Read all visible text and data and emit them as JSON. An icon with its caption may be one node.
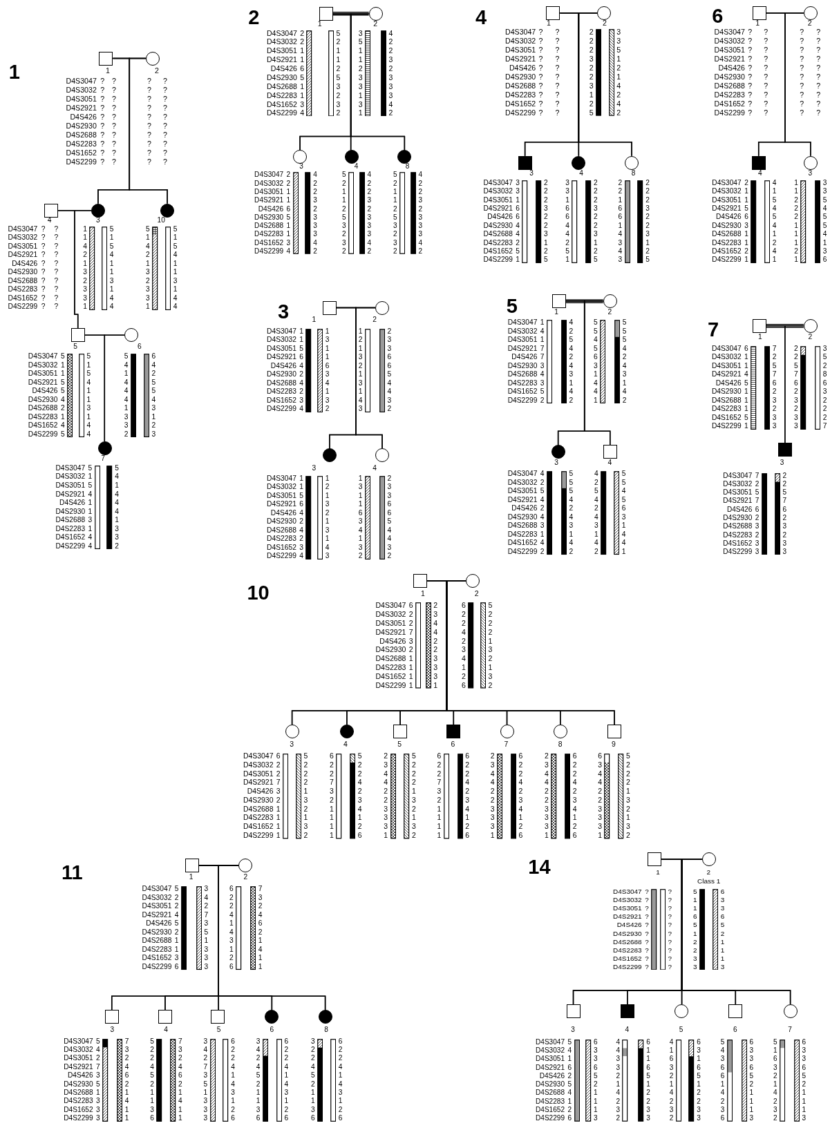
{
  "diagram": {
    "nodes": [
      {
        "text": [
          "1"
        ],
        "beside": [
          "? ? ? ? ? ? ? ? ? ?",
          "? ? ? ? ? ? ? ? ? ?"
        ]
      },
      {
        "text": [
          "2"
        ],
        "beside": [
          "? ? ? ? ? ? ? ? ? ?",
          "? ? ? ? ? ? ? ? ? ?"
        ]
      },
      {
        "text": [
          "4"
        ],
        "beside": [
          "? ? ? ? ? ? ? ? ? ?",
          "? ? ? ? ? ? ? ? ? ?"
        ]
      },
      {
        "text": [
          "3"
        ],
        "beside": [
          "1 1 4 2 1 3 2 3 3 1",
          "5 1 5 4 1 1 3 1 4 4"
        ]
      },
      {
        "text": [
          "10"
        ],
        "beside": [
          "5 1 4 2 1 3 2 3 3 1",
          "5 1 5 4 1 1 3 1 4 4"
        ]
      },
      {
        "text": [
          "5"
        ],
        "beside": [
          "5 1 1 5 5 4 2 1 4 5",
          "5 1 5 4 1 1 3 1 4 4"
        ]
      },
      {
        "text": [
          "6"
        ],
        "beside": [
          "5 4 1 4 4 4 1 3 3 2",
          "6 4 2 5 5 4 3 1 2 3"
        ]
      },
      {
        "text": [
          "7"
        ],
        "beside": [
          "5 1 5 4 1 1 3 1 4 4",
          "5 4 1 4 4 4 1 3 3 2"
        ]
      },
      {
        "text": [
          "1"
        ],
        "beside": [
          "2 2 1 1 6 5 1 1 3 4",
          "5 2 1 1 2 5 3 2 3 2"
        ]
      },
      {
        "text": [
          "2"
        ],
        "beside": [
          "3 5 1 1 2 3 3 1 3 1",
          "4 2 2 3 2 3 3 3 4 2"
        ]
      },
      {
        "text": [
          "3"
        ],
        "beside": [
          "2 2 1 1 6 5 1 1 3 4",
          "4 2 2 3 2 3 3 3 4 2"
        ]
      },
      {
        "text": [
          "4"
        ],
        "beside": [
          "5 2 1 1 2 5 3 2 3 2",
          "4 2 2 3 2 3 3 3 4 2"
        ]
      },
      {
        "text": [
          "8"
        ],
        "beside": [
          "5 2 1 1 2 5 3 2 3 2",
          "4 2 2 3 2 3 3 3 4 2"
        ]
      },
      {
        "text": [
          "1"
        ],
        "beside": [
          "1 1 5 6 4 2 4 2 3 4",
          "1 3 1 1 6 3 4 1 3 2"
        ]
      },
      {
        "text": [
          "2"
        ],
        "beside": [
          "1 2 1 3 2 1 3 1 4 3",
          "2 3 3 6 6 5 4 4 3 2"
        ]
      },
      {
        "text": [
          "3"
        ],
        "beside": [
          "1 1 5 6 4 2 4 2 3 4",
          "1 2 1 3 2 1 3 1 4 3"
        ]
      },
      {
        "text": [
          "4"
        ],
        "beside": [
          "1 3 1 1 6 3 4 1 3 2",
          "2 3 3 6 6 5 4 4 3 2"
        ]
      },
      {
        "text": [
          "1"
        ],
        "beside": [
          "? ? ? ? ? ? ? ? ? ?",
          "? ? ? ? ? ? ? ? ? ?"
        ]
      },
      {
        "text": [
          "2"
        ],
        "beside": [
          "2 2 2 3 2 2 3 1 2 5",
          "3 3 5 1 2 1 4 2 4 2"
        ]
      },
      {
        "text": [
          "3"
        ],
        "beside": [
          "3 3 1 6 6 4 4 2 5 1",
          "2 2 2 3 2 2 3 1 2 5"
        ]
      },
      {
        "text": [
          "4"
        ],
        "beside": [
          "3 3 1 6 6 4 4 2 5 1",
          "2 2 2 3 2 2 3 1 2 5"
        ]
      },
      {
        "text": [
          "8"
        ],
        "beside": [
          "2 2 1 6 6 1 4 3 4 3",
          "2 2 2 3 2 2 3 1 2 5"
        ]
      },
      {
        "text": [
          "1"
        ],
        "beside": [
          "1 4 1 7 7 3 4 3 5 2",
          "4 2 5 4 2 4 3 1 4 2"
        ]
      },
      {
        "text": [
          "2"
        ],
        "beside": [
          "5 5 4 5 6 3 1 4 4 1",
          "5 5 5 4 2 4 3 1 4 2"
        ]
      },
      {
        "text": [
          "3"
        ],
        "beside": [
          "4 2 5 4 2 4 3 1 4 2",
          "5 5 5 4 2 4 3 1 4 2"
        ]
      },
      {
        "text": [
          "4"
        ],
        "beside": [
          "4 2 5 4 2 4 3 1 4 2",
          "5 5 4 5 6 3 1 4 4 1"
        ]
      },
      {
        "text": [
          "1"
        ],
        "beside": [
          "? ? ? ? ? ? ? ? ? ?",
          "? ? ? ? ? ? ? ? ? ?"
        ]
      },
      {
        "text": [
          "2"
        ],
        "beside": [
          "? ? ? ? ? ? ? ? ? ?",
          "? ? ? ? ? ? ? ? ? ?"
        ]
      },
      {
        "text": [
          "4"
        ],
        "beside": [
          "2 1 1 5 6 3 1 1 2 1",
          "4 1 5 4 5 4 1 2 4 1"
        ]
      },
      {
        "text": [
          "3"
        ],
        "beside": [
          "1 1 2 2 2 1 1 1 2 1",
          "3 3 5 4 5 5 4 1 3 6"
        ]
      },
      {
        "text": [
          "1"
        ],
        "beside": [
          "6 1 1 4 5 1 1 1 5 1",
          "7 2 5 7 6 2 3 2 3 3"
        ]
      },
      {
        "text": [
          "2"
        ],
        "beside": [
          "2 2 5 7 6 2 3 2 3 3",
          "3 5 2 8 6 3 2 2 2 7"
        ]
      },
      {
        "text": [
          "3"
        ],
        "beside": [
          "7 2 5 7 6 2 3 2 3 3",
          "2 2 5 7 6 2 3 2 3 3"
        ]
      },
      {
        "text": [
          "1"
        ],
        "beside": [
          "6 2 2 7 3 2 1 1 1 1",
          "2 3 4 4 2 2 3 3 3 1"
        ]
      },
      {
        "text": [
          "2"
        ],
        "beside": [
          "6 2 2 4 2 3 4 1 2 6",
          "5 2 2 2 1 3 2 1 3 2"
        ]
      },
      {
        "text": [
          "3"
        ],
        "beside": [
          "6 2 2 7 3 2 1 1 1 1",
          "5 2 2 2 1 3 2 1 3 2"
        ]
      },
      {
        "text": [
          "4"
        ],
        "beside": [
          "6 2 2 7 3 2 1 1 1 1",
          "5 2 2 4 2 3 4 1 2 6"
        ]
      },
      {
        "text": [
          "5"
        ],
        "beside": [
          "2 3 4 4 2 2 3 3 3 1",
          "5 2 2 2 1 3 2 1 3 2"
        ]
      },
      {
        "text": [
          "6"
        ],
        "beside": [
          "6 2 2 7 3 2 1 1 1 1",
          "6 2 2 4 2 3 4 1 2 6"
        ]
      },
      {
        "text": [
          "7"
        ],
        "beside": [
          "2 3 4 4 2 2 3 3 3 1",
          "6 2 2 4 2 3 4 1 2 6"
        ]
      },
      {
        "text": [
          "8"
        ],
        "beside": [
          "2 3 4 4 2 2 3 3 3 1",
          "6 2 2 4 2 3 4 1 2 6"
        ]
      },
      {
        "text": [
          "9"
        ],
        "beside": [
          "6 3 4 4 2 2 3 3 3 1",
          "5 2 2 2 1 3 2 1 3 2"
        ]
      },
      {
        "text": [
          "1"
        ],
        "beside": [
          "5 2 2 4 5 2 1 1 3 6",
          "3 4 2 7 3 5 1 3 3 3"
        ]
      },
      {
        "text": [
          "2"
        ],
        "beside": [
          "6 2 2 4 1 4 3 1 2 6",
          "7 3 2 4 6 2 1 4 1 1"
        ]
      },
      {
        "text": [
          "3"
        ],
        "beside": [
          "5 4 2 7 3 5 1 3 3 3",
          "7 3 2 4 6 2 1 4 1 1"
        ]
      },
      {
        "text": [
          "4"
        ],
        "beside": [
          "5 2 2 4 5 2 1 1 3 6",
          "7 3 2 4 6 2 1 4 1 1"
        ]
      },
      {
        "text": [
          "5"
        ],
        "beside": [
          "3 4 2 7 3 5 1 3 3 3",
          "6 2 2 4 1 4 3 1 2 6"
        ]
      },
      {
        "text": [
          "6"
        ],
        "beside": [
          "3 4 2 4 5 2 1 1 3 6",
          "6 2 2 4 1 4 3 1 2 6"
        ]
      },
      {
        "text": [
          "8"
        ],
        "beside": [
          "3 2 2 4 5 2 1 1 3 6",
          "6 2 2 4 1 4 3 1 2 6"
        ]
      },
      {
        "text": [
          "1"
        ],
        "beside": [
          "? ? ? ? ? ? ? ? ? ?",
          "? ? ? ? ? ? ? ? ? ?"
        ]
      },
      {
        "text": [
          "2"
        ],
        "beside": [
          "Class 1",
          "5 1 1 6 5 1 2 2 3 3",
          "6 3 3 6 5 2 1 1 1 3"
        ]
      },
      {
        "text": [
          "3"
        ],
        "beside": [
          "5 4 1 6 2 5 4 1 2 6",
          "6 3 3 6 5 2 1 1 1 3"
        ]
      },
      {
        "text": [
          "4"
        ],
        "beside": [
          "4 4 3 3 2 1 4 2 3 2",
          "6 1 1 6 5 1 2 2 3 3"
        ]
      },
      {
        "text": [
          "5"
        ],
        "beside": [
          "4 1 6 3 2 1 4 2 3 2",
          "6 3 1 6 5 1 2 2 3 3"
        ]
      },
      {
        "text": [
          "6"
        ],
        "beside": [
          "5 4 3 6 6 1 4 2 3 6",
          "6 3 3 6 5 2 1 1 1 3"
        ]
      },
      {
        "text": [
          "7"
        ],
        "beside": [
          "5 1 6 3 2 1 4 2 3 2",
          "6 3 3 6 5 2 1 1 1 3"
        ]
      }
    ],
    "edges": [
      {
        "from": 0,
        "to": 1,
        "arrow": "none"
      },
      {
        "from": 0,
        "to": 3,
        "arrow": "none"
      },
      {
        "from": 1,
        "to": 3,
        "arrow": "none"
      },
      {
        "from": 0,
        "to": 4,
        "arrow": "none"
      },
      {
        "from": 1,
        "to": 4,
        "arrow": "none"
      },
      {
        "from": 2,
        "to": 3,
        "arrow": "none"
      },
      {
        "from": 2,
        "to": 5,
        "arrow": "none"
      },
      {
        "from": 3,
        "to": 5,
        "arrow": "none"
      },
      {
        "from": 5,
        "to": 6,
        "arrow": "none"
      },
      {
        "from": 5,
        "to": 7,
        "arrow": "none"
      },
      {
        "from": 6,
        "to": 7,
        "arrow": "none"
      },
      {
        "from": 8,
        "to": 9,
        "arrow": "none"
      },
      {
        "from": 8,
        "to": 10,
        "arrow": "none"
      },
      {
        "from": 9,
        "to": 10,
        "arrow": "none"
      },
      {
        "from": 8,
        "to": 11,
        "arrow": "none"
      },
      {
        "from": 9,
        "to": 11,
        "arrow": "none"
      },
      {
        "from": 8,
        "to": 12,
        "arrow": "none"
      },
      {
        "from": 9,
        "to": 12,
        "arrow": "none"
      },
      {
        "from": 13,
        "to": 14,
        "arrow": "none"
      },
      {
        "from": 13,
        "to": 15,
        "arrow": "none"
      },
      {
        "from": 14,
        "to": 15,
        "arrow": "none"
      },
      {
        "from": 13,
        "to": 16,
        "arrow": "none"
      },
      {
        "from": 14,
        "to": 16,
        "arrow": "none"
      },
      {
        "from": 17,
        "to": 18,
        "arrow": "none"
      },
      {
        "from": 17,
        "to": 19,
        "arrow": "none"
      },
      {
        "from": 18,
        "to": 19,
        "arrow": "none"
      },
      {
        "from": 17,
        "to": 20,
        "arrow": "none"
      },
      {
        "from": 18,
        "to": 20,
        "arrow": "none"
      },
      {
        "from": 17,
        "to": 21,
        "arrow": "none"
      },
      {
        "from": 18,
        "to": 21,
        "arrow": "none"
      },
      {
        "from": 22,
        "to": 23,
        "arrow": "none"
      },
      {
        "from": 22,
        "to": 24,
        "arrow": "none"
      },
      {
        "from": 23,
        "to": 24,
        "arrow": "none"
      },
      {
        "from": 22,
        "to": 25,
        "arrow": "none"
      },
      {
        "from": 23,
        "to": 25,
        "arrow": "none"
      },
      {
        "from": 26,
        "to": 27,
        "arrow": "none"
      },
      {
        "from": 26,
        "to": 28,
        "arrow": "none"
      },
      {
        "from": 27,
        "to": 28,
        "arrow": "none"
      },
      {
        "from": 26,
        "to": 29,
        "arrow": "none"
      },
      {
        "from": 27,
        "to": 29,
        "arrow": "none"
      },
      {
        "from": 30,
        "to": 31,
        "arrow": "none"
      },
      {
        "from": 30,
        "to": 32,
        "arrow": "none"
      },
      {
        "from": 31,
        "to": 32,
        "arrow": "none"
      },
      {
        "from": 33,
        "to": 34,
        "arrow": "none"
      },
      {
        "from": 33,
        "to": 35,
        "arrow": "none"
      },
      {
        "from": 34,
        "to": 35,
        "arrow": "none"
      },
      {
        "from": 33,
        "to": 36,
        "arrow": "none"
      },
      {
        "from": 34,
        "to": 36,
        "arrow": "none"
      },
      {
        "from": 33,
        "to": 37,
        "arrow": "none"
      },
      {
        "from": 34,
        "to": 37,
        "arrow": "none"
      },
      {
        "from": 33,
        "to": 38,
        "arrow": "none"
      },
      {
        "from": 34,
        "to": 38,
        "arrow": "none"
      },
      {
        "from": 33,
        "to": 39,
        "arrow": "none"
      },
      {
        "from": 34,
        "to": 39,
        "arrow": "none"
      },
      {
        "from": 33,
        "to": 40,
        "arrow": "none"
      },
      {
        "from": 34,
        "to": 40,
        "arrow": "none"
      },
      {
        "from": 33,
        "to": 41,
        "arrow": "none"
      },
      {
        "from": 34,
        "to": 41,
        "arrow": "none"
      },
      {
        "from": 42,
        "to": 43,
        "arrow": "none"
      },
      {
        "from": 42,
        "to": 44,
        "arrow": "none"
      },
      {
        "from": 43,
        "to": 44,
        "arrow": "none"
      },
      {
        "from": 42,
        "to": 45,
        "arrow": "none"
      },
      {
        "from": 43,
        "to": 45,
        "arrow": "none"
      },
      {
        "from": 42,
        "to": 46,
        "arrow": "none"
      },
      {
        "from": 43,
        "to": 46,
        "arrow": "none"
      },
      {
        "from": 42,
        "to": 47,
        "arrow": "none"
      },
      {
        "from": 43,
        "to": 47,
        "arrow": "none"
      },
      {
        "from": 42,
        "to": 48,
        "arrow": "none"
      },
      {
        "from": 43,
        "to": 48,
        "arrow": "none"
      },
      {
        "from": 49,
        "to": 50,
        "arrow": "none"
      },
      {
        "from": 49,
        "to": 51,
        "arrow": "none"
      },
      {
        "from": 50,
        "to": 51,
        "arrow": "none"
      },
      {
        "from": 49,
        "to": 52,
        "arrow": "none"
      },
      {
        "from": 50,
        "to": 52,
        "arrow": "none"
      },
      {
        "from": 49,
        "to": 53,
        "arrow": "none"
      },
      {
        "from": 50,
        "to": 53,
        "arrow": "none"
      },
      {
        "from": 49,
        "to": 54,
        "arrow": "none"
      },
      {
        "from": 50,
        "to": 54,
        "arrow": "none"
      },
      {
        "from": 49,
        "to": 55,
        "arrow": "none"
      },
      {
        "from": 50,
        "to": 55,
        "arrow": "none"
      }
    ],
    "labels": [
      "1",
      "D4S3047 D4S3032 D4S3051 D4S2921 D4S426 D4S2930 D4S2688 D4S2283 D4S1652 D4S2299",
      "D4S3047 D4S3032 D4S3051 D4S2921 D4S426 D4S2930 D4S2688 D4S2283 D4S1652 D4S2299",
      "D4S3047 D4S3032 D4S3051 D4S2921 D4S426 D4S2930 D4S2688 D4S2283 D4S1652 D4S2299",
      "D4S3047 D4S3032 D4S3051 D4S2921 D4S426 D4S2930 D4S2688 D4S2283 D4S1652 D4S2299",
      "2",
      "D4S3047 D4S3032 D4S3051 D4S2921 D4S426 D4S2930 D4S2688 D4S2283 D4S1652 D4S2299",
      "D4S3047 D4S3032 D4S3051 D4S2921 D4S426 D4S2930 D4S2688 D4S2283 D4S1652 D4S2299",
      "3",
      "D4S3047 D4S3032 D4S3051 D4S2921 D4S426 D4S2930 D4S2688 D4S2283 D4S1652 D4S2299",
      "D4S3047 D4S3032 D4S3051 D4S2921 D4S426 D4S2930 D4S2688 D4S2283 D4S1652 D4S2299",
      "4",
      "D4S3047 D4S3032 D4S3051 D4S2921 D4S426 D4S2930 D4S2688 D4S2283 D4S1652 D4S2299",
      "D4S3047 D4S3032 D4S3051 D4S2921 D4S426 D4S2930 D4S2688 D4S2283 D4S1652 D4S2299",
      "5",
      "D4S3047 D4S3032 D4S3051 D4S2921 D4S426 D4S2930 D4S2688 D4S2283 D4S1652 D4S2299",
      "D4S3047 D4S3032 D4S3051 D4S2921 D4S426 D4S2930 D4S2688 D4S2283 D4S1652 D4S2299",
      "6",
      "D4S3047 D4S3032 D4S3051 D4S2921 D4S426 D4S2930 D4S2688 D4S2283 D4S1652 D4S2299",
      "D4S3047 D4S3032 D4S3051 D4S2921 D4S426 D4S2930 D4S2688 D4S2283 D4S1652 D4S2299",
      "7",
      "D4S3047 D4S3032 D4S3051 D4S2921 D4S426 D4S2930 D4S2688 D4S2283 D4S1652 D4S2299",
      "D4S3047 D4S3032 D4S3051 D4S2921 D4S426 D4S2930 D4S2688 D4S2283 D4S1652 D4S2299",
      "10",
      "D4S3047 D4S3032 D4S3051 D4S2921 D4S426 D4S2930 D4S2688 D4S2283 D4S1652 D4S2299",
      "D4S3047 D4S3032 D4S3051 D4S2921 D4S426 D4S2930 D4S2688 D4S2283 D4S1652 D4S2299",
      "11",
      "D4S3047 D4S3032 D4S3051 D4S2921 D4S426 D4S2930 D4S2688 D4S2283 D4S1652 D4S2299",
      "D4S3047 D4S3032 D4S3051 D4S2921 D4S426 D4S2930 D4S2688 D4S2283 D4S1652 D4S2299",
      "14",
      "D4S3047 D4S3032 D4S3051 D4S2921 D4S426 D4S2930 D4S2688 D4S2283 D4S1652 D4S2299",
      "D4S3047 D4S3032 D4S3051 D4S2921 D4S426 D4S2930 D4S2688 D4S2283 D4S1652 D4S2299"
    ]
  }
}
